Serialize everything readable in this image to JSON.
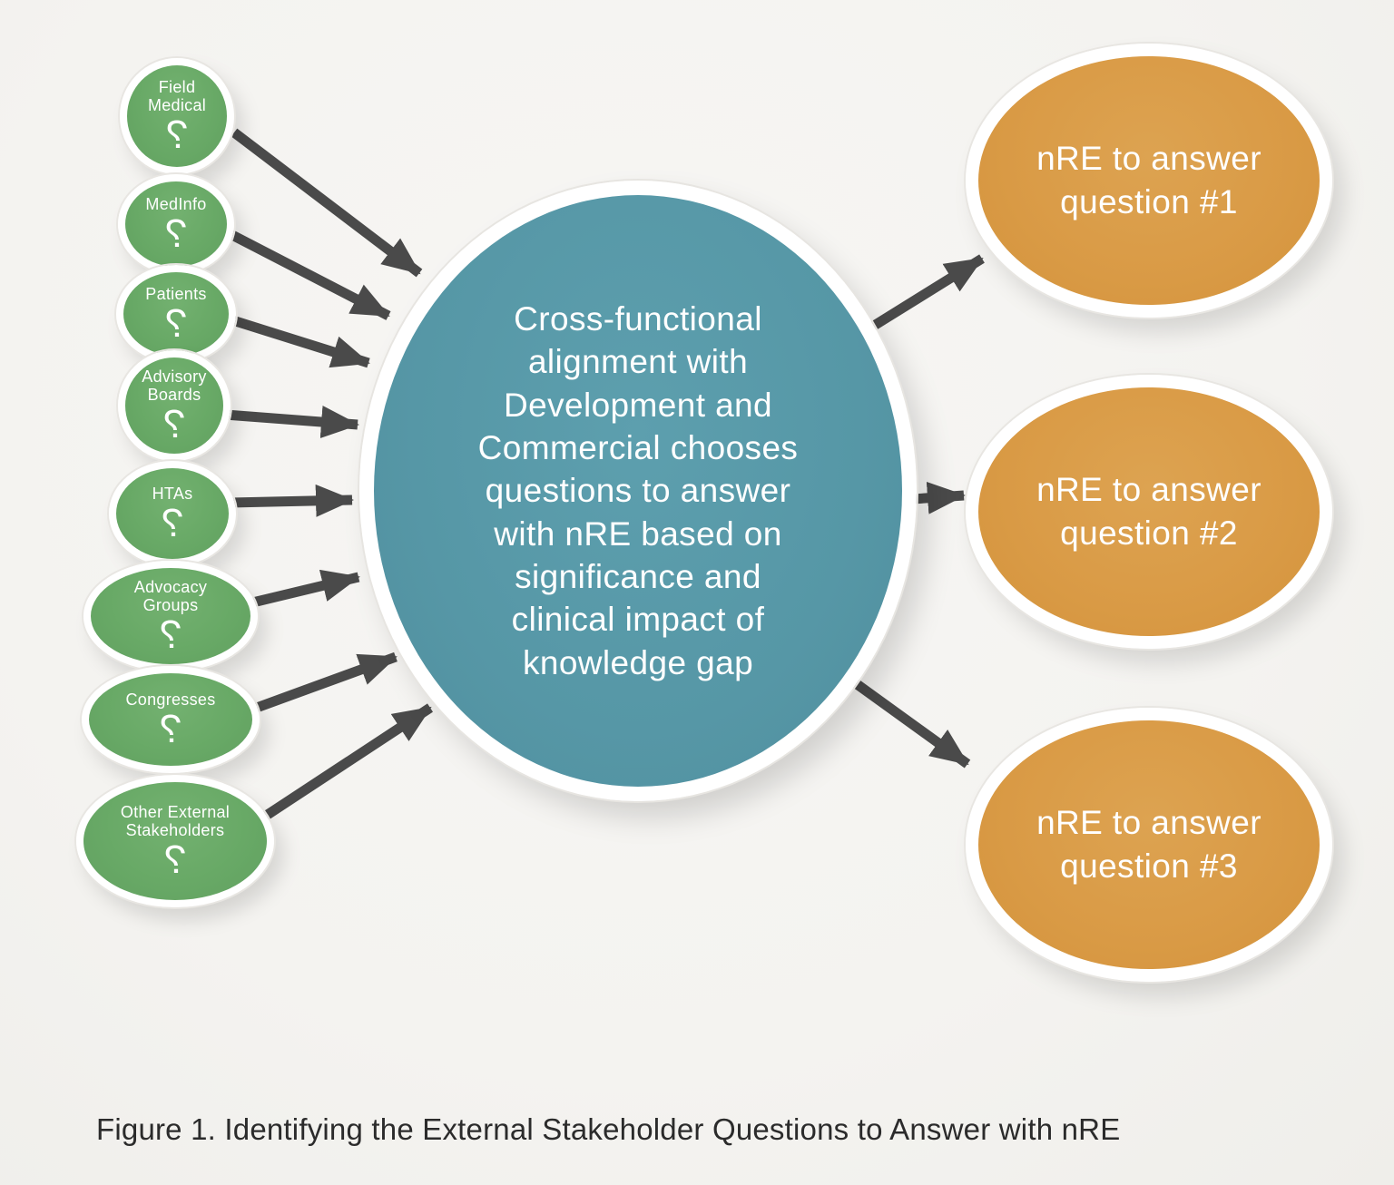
{
  "figure": {
    "caption": "Figure 1. Identifying the External Stakeholder Questions to Answer with nRE"
  },
  "colors": {
    "stakeholder_green": "#68a966",
    "hub_teal": "#5697a6",
    "output_orange": "#d99a45",
    "arrow_gray": "#4a4a4a",
    "background": "#f4f3f0",
    "bubble_ring_white": "#ffffff",
    "text_white": "#ffffff",
    "caption_text": "#2b2b2b"
  },
  "stakeholders": [
    {
      "label": "Field\nMedical",
      "mark": "?"
    },
    {
      "label": "MedInfo",
      "mark": "?"
    },
    {
      "label": "Patients",
      "mark": "?"
    },
    {
      "label": "Advisory\nBoards",
      "mark": "?"
    },
    {
      "label": "HTAs",
      "mark": "?"
    },
    {
      "label": "Advocacy\nGroups",
      "mark": "?"
    },
    {
      "label": "Congresses",
      "mark": "?"
    },
    {
      "label": "Other External\nStakeholders",
      "mark": "?"
    }
  ],
  "hub": {
    "text": "Cross-functional\nalignment with\nDevelopment and\nCommercial chooses\nquestions to answer\nwith nRE based on\nsignificance and\nclinical impact of\nknowledge gap"
  },
  "outputs": [
    {
      "label": "nRE to answer\nquestion #1"
    },
    {
      "label": "nRE to answer\nquestion #2"
    },
    {
      "label": "nRE to answer\nquestion #3"
    }
  ]
}
